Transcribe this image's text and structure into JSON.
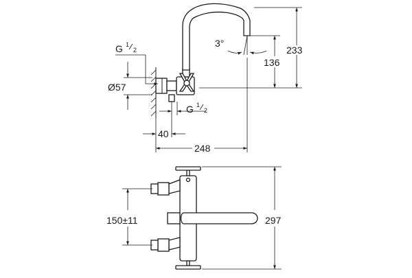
{
  "dimensions": {
    "thread_top_main": "G",
    "thread_top_num": "1",
    "thread_top_den": "2",
    "diameter": "Ø57",
    "angle": "3°",
    "height_total": "233",
    "height_outlet": "136",
    "thread_bottom_main": "G",
    "thread_bottom_num": "1",
    "thread_bottom_den": "2",
    "offset_40": "40",
    "reach_248": "248",
    "spacing": "150±11",
    "width_297": "297"
  },
  "colors": {
    "line": "#1a1a1a",
    "background": "#ffffff"
  }
}
